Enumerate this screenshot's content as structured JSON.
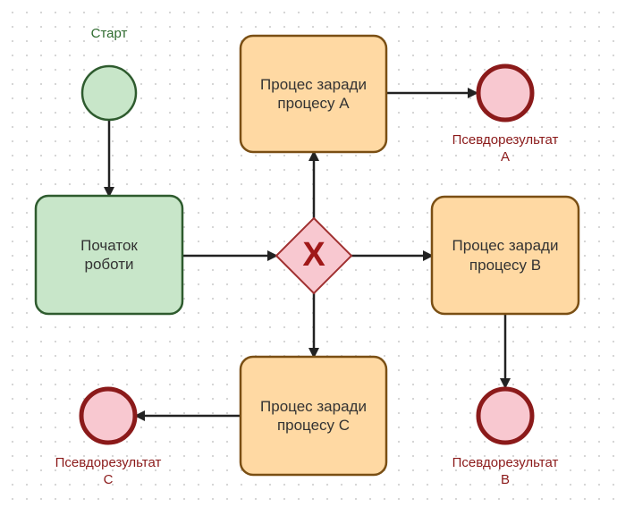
{
  "diagram": {
    "start_event": {
      "label": "Старт"
    },
    "start_task": {
      "label": "Початок\nроботи"
    },
    "gateway": {
      "symbol": "X"
    },
    "tasks": {
      "a": {
        "label": "Процес заради\nпроцесу А"
      },
      "b": {
        "label": "Процес заради\nпроцесу В"
      },
      "c": {
        "label": "Процес заради\nпроцесу С"
      }
    },
    "end_events": {
      "a": {
        "label": "Псевдорезультат\nА"
      },
      "b": {
        "label": "Псевдорезультат\nВ"
      },
      "c": {
        "label": "Псевдорезультат\nС"
      }
    }
  },
  "colors": {
    "start_fill": "#c8e6c9",
    "start_stroke": "#2e5b2e",
    "task_fill": "#ffd9a3",
    "task_stroke": "#7a4f14",
    "end_fill": "#f8c8d0",
    "end_stroke": "#8b1a1a",
    "gateway_fill": "#f8c8d0",
    "gateway_stroke": "#a03030",
    "connector": "#222222"
  }
}
